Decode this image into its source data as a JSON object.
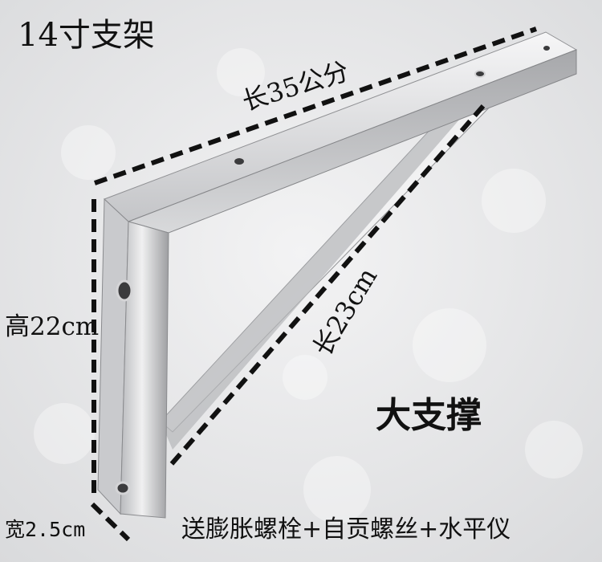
{
  "labels": {
    "title": "14寸支架",
    "length_top": "长35公分",
    "length_brace": "长23cm",
    "height": "高22cm",
    "big_brace": "大支撑",
    "width": "宽2.5cm",
    "accessories": "送膨胀螺栓+自贡螺丝+水平仪"
  },
  "colors": {
    "background": "#e9eaec",
    "metal_light": "#f4f4f5",
    "metal_dark": "#8e9094",
    "dash": "#111111"
  }
}
